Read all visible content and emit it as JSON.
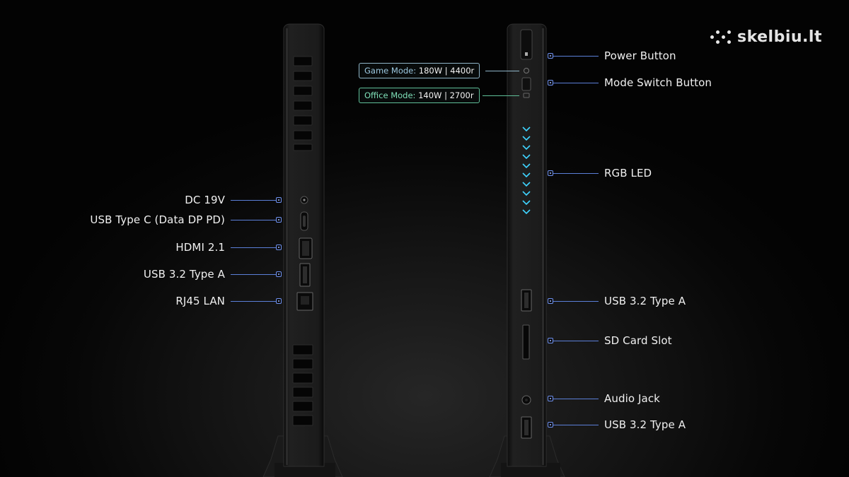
{
  "watermark": {
    "text": "skelbiu.lt"
  },
  "colors": {
    "callout_line": "#5b7fd8",
    "game_mode": "#9cc8e0",
    "office_mode": "#7fe0b8",
    "rgb_led": "#3fd4ff"
  },
  "left_ports": [
    {
      "label": "DC 19V"
    },
    {
      "label": "USB Type C (Data DP PD)"
    },
    {
      "label": "HDMI 2.1"
    },
    {
      "label": "USB 3.2 Type A"
    },
    {
      "label": "RJ45 LAN"
    }
  ],
  "right_ports": [
    {
      "label": "Power Button"
    },
    {
      "label": "Mode Switch Button"
    },
    {
      "label": "RGB LED"
    },
    {
      "label": "USB 3.2 Type A"
    },
    {
      "label": "SD Card Slot"
    },
    {
      "label": "Audio Jack"
    },
    {
      "label": "USB 3.2 Type A"
    }
  ],
  "modes": {
    "game": {
      "name": "Game Mode:",
      "value": "180W | 4400r"
    },
    "office": {
      "name": "Office Mode:",
      "value": "140W | 2700r"
    }
  },
  "icons": [
    "skelbiu-logo-icon",
    "rgb-led-chevron-icon",
    "vent-icon"
  ]
}
